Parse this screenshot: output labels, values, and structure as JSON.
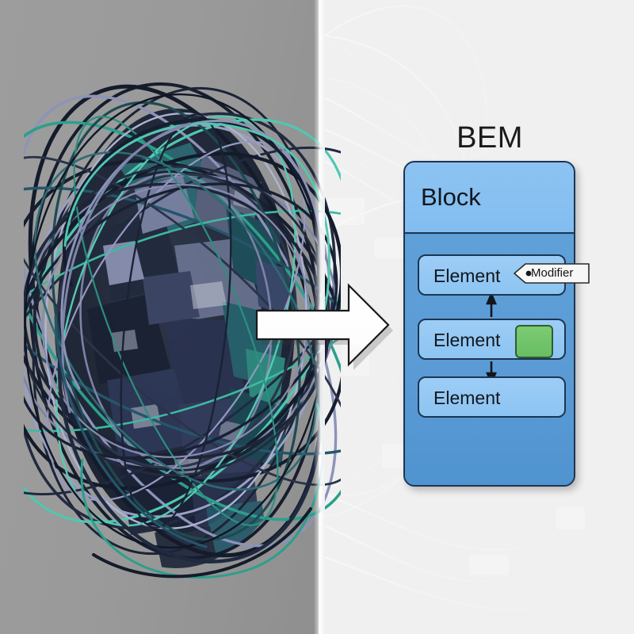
{
  "scene": {
    "title": "BEM",
    "left_panel": {
      "description": "tangled-ball-illustration",
      "background_color": "#9a9a9a",
      "strand_colors": [
        "#161d2e",
        "#1f2a40",
        "#24566a",
        "#2c8f80",
        "#4fc8b0",
        "#7f84a8",
        "#9ea3c4",
        "#3a4a6b",
        "#1e4a52",
        "#5c6480"
      ]
    },
    "right_panel": {
      "background_color": "#f0f0f1"
    },
    "transform_arrow": {
      "icon": "right-arrow-icon",
      "fill_color": "#ffffff",
      "stroke_color": "#1a1a1a"
    }
  },
  "bem": {
    "title": "BEM",
    "block": {
      "label": "Block",
      "header_color": "#85c0f0",
      "body_color": "#5b9bd5",
      "border_color": "#1d3552"
    },
    "elements": [
      {
        "label": "Element",
        "has_modifier_callout": true,
        "has_chip": false
      },
      {
        "label": "Element",
        "has_modifier_callout": false,
        "has_chip": true
      },
      {
        "label": "Element",
        "has_modifier_callout": false,
        "has_chip": false
      }
    ],
    "modifier": {
      "label": "Modifier",
      "background_color": "#f7f7f7",
      "border_color": "#2a2a2a"
    },
    "chip": {
      "color": "#6ec46a",
      "border_color": "#2f5d2d"
    },
    "connectors": [
      {
        "from": "element-2",
        "to": "element-1",
        "direction": "up"
      },
      {
        "from": "element-2",
        "to": "element-3",
        "direction": "down"
      }
    ]
  }
}
